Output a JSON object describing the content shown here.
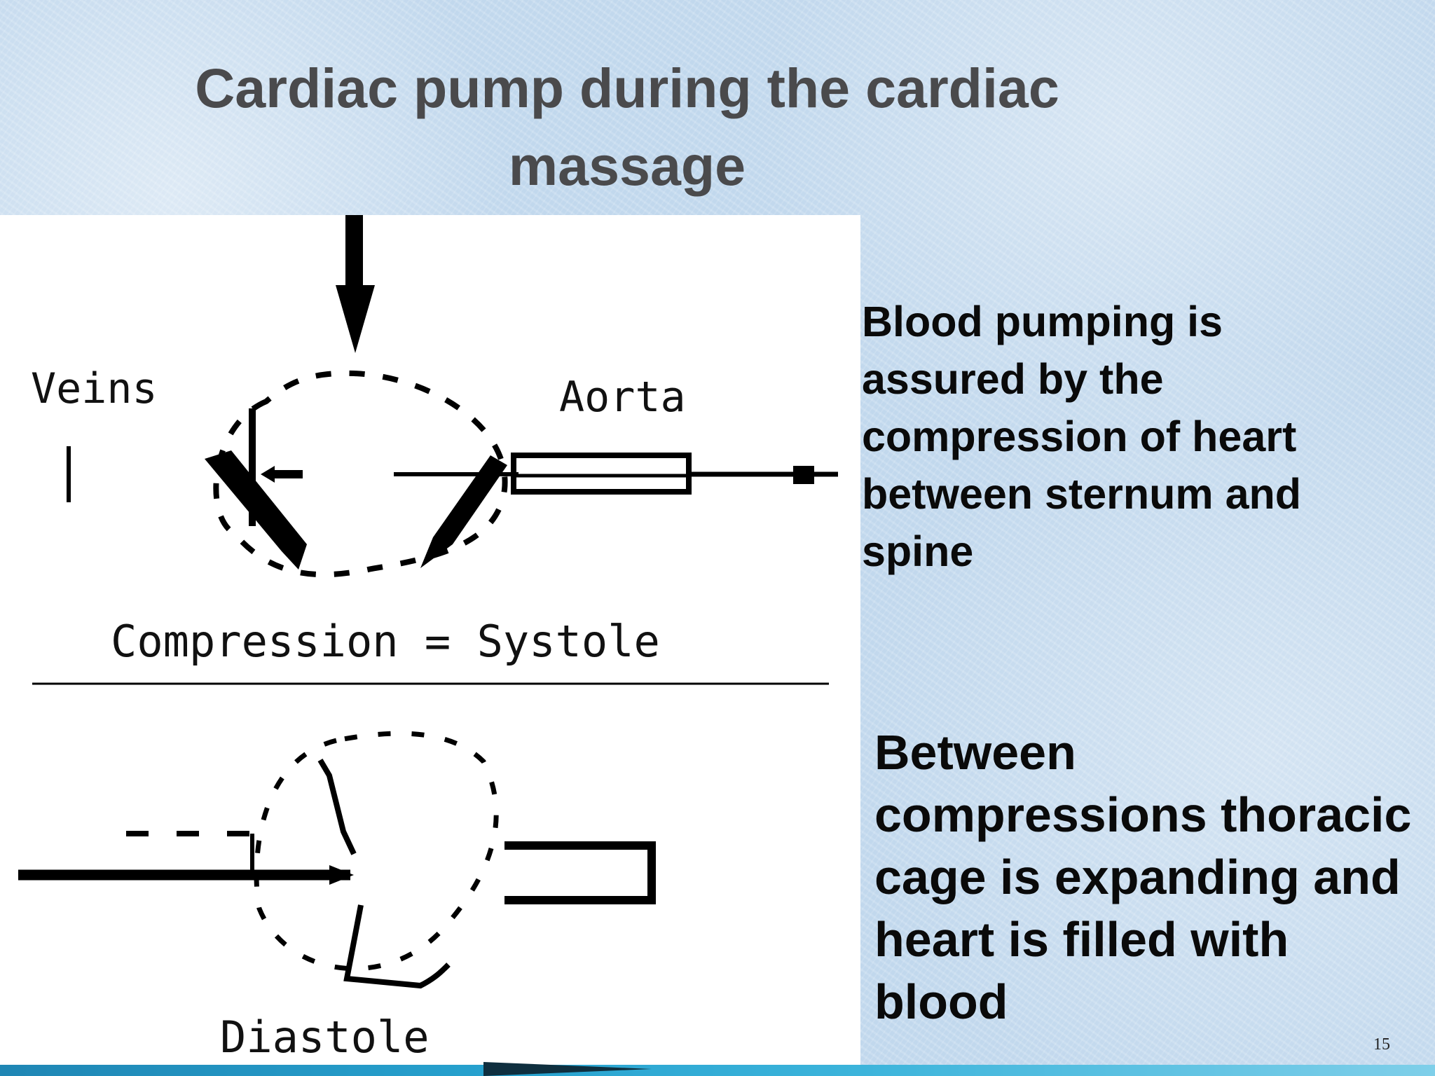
{
  "slide": {
    "title": "Cardiac pump during the cardiac massage",
    "page_number": "15"
  },
  "diagram": {
    "labels": {
      "veins": "Veins",
      "aorta": "Aorta",
      "systole": "Compression = Systole",
      "diastole": "Diastole"
    }
  },
  "text": {
    "compression": "Blood pumping is assured by the compression of heart between sternum and spine",
    "relaxation": "Between compressions thoracic cage is expanding and heart is filled with blood"
  },
  "colors": {
    "title": "#4a4a4c",
    "body_text": "#0a0a0a",
    "background": "#c7dcef",
    "bottom_band": "#27a2cf"
  }
}
